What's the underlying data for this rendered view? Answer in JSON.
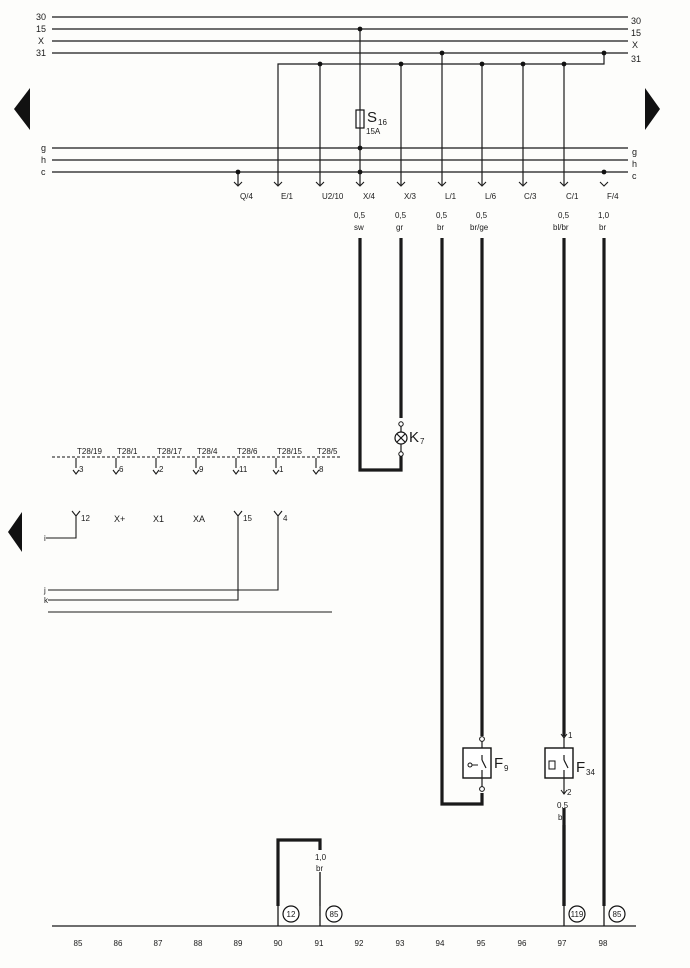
{
  "bus_lines": {
    "left": [
      "30",
      "15",
      "X",
      "31"
    ],
    "right": [
      "30",
      "15",
      "X",
      "31"
    ]
  },
  "signal_lines": {
    "left": [
      "g",
      "h",
      "c"
    ],
    "right": [
      "g",
      "h",
      "c"
    ]
  },
  "fuse": {
    "name": "S",
    "sub": "16",
    "rating": "15A"
  },
  "connectors": [
    "Q/4",
    "E/1",
    "U2/10",
    "X/4",
    "X/3",
    "L/1",
    "L/6",
    "C/3",
    "C/1",
    "F/4"
  ],
  "wire_specs": [
    {
      "size": "0,5",
      "color": "sw"
    },
    {
      "size": "0,5",
      "color": "gr"
    },
    {
      "size": "0,5",
      "color": "br"
    },
    {
      "size": "0,5",
      "color": "br/ge"
    },
    {
      "size": "0,5",
      "color": "bl/br"
    },
    {
      "size": "1,0",
      "color": "br"
    }
  ],
  "lamp": {
    "name": "K",
    "sub": "7"
  },
  "plug_contacts": [
    {
      "label": "T28/19",
      "pin": "3"
    },
    {
      "label": "T28/1",
      "pin": "6"
    },
    {
      "label": "T28/17",
      "pin": "2"
    },
    {
      "label": "T28/4",
      "pin": "9"
    },
    {
      "label": "T28/6",
      "pin": "11"
    },
    {
      "label": "T28/15",
      "pin": "1"
    },
    {
      "label": "T28/5",
      "pin": "8"
    }
  ],
  "lower_pins": [
    "12",
    "X+",
    "X1",
    "XA",
    "15",
    "4"
  ],
  "side_labels": [
    "i",
    "j",
    "k"
  ],
  "switches": [
    {
      "name": "F",
      "sub": "9",
      "pins": []
    },
    {
      "name": "F",
      "sub": "34",
      "pins": [
        "1",
        "2"
      ]
    }
  ],
  "f34_wire": {
    "size": "0,5",
    "color": "br"
  },
  "ground_wire": {
    "size": "1,0",
    "color": "br"
  },
  "ground_points": [
    "12",
    "85",
    "119",
    "85"
  ],
  "track_numbers": [
    "85",
    "86",
    "87",
    "88",
    "89",
    "90",
    "91",
    "92",
    "93",
    "94",
    "95",
    "96",
    "97",
    "98"
  ]
}
